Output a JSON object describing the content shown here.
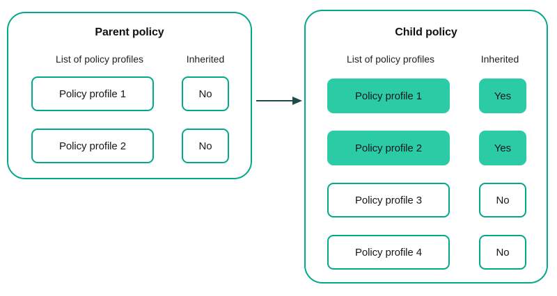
{
  "diagram": {
    "type": "policy-inheritance-flow",
    "colors": {
      "panel_border": "#00A98A",
      "chip_border": "#00A98A",
      "chip_filled_fill": "#2BCCA5",
      "arrow": "#1E4A47",
      "text": "#14181C",
      "background": "#FFFFFF"
    },
    "connector": {
      "name": "inheritance-arrow",
      "direction": "left-to-right",
      "from": "Parent policy",
      "to": "Child policy",
      "label": ""
    },
    "panels": [
      {
        "id": "parent",
        "title": "Parent policy",
        "headers": {
          "profiles": "List of policy profiles",
          "inherited": "Inherited"
        },
        "rows": [
          {
            "profile": "Policy profile 1",
            "inherited": "No",
            "highlighted": false
          },
          {
            "profile": "Policy profile 2",
            "inherited": "No",
            "highlighted": false
          }
        ]
      },
      {
        "id": "child",
        "title": "Child policy",
        "headers": {
          "profiles": "List of policy profiles",
          "inherited": "Inherited"
        },
        "rows": [
          {
            "profile": "Policy profile 1",
            "inherited": "Yes",
            "highlighted": true
          },
          {
            "profile": "Policy profile 2",
            "inherited": "Yes",
            "highlighted": true
          },
          {
            "profile": "Policy profile 3",
            "inherited": "No",
            "highlighted": false
          },
          {
            "profile": "Policy profile 4",
            "inherited": "No",
            "highlighted": false
          }
        ]
      }
    ]
  }
}
